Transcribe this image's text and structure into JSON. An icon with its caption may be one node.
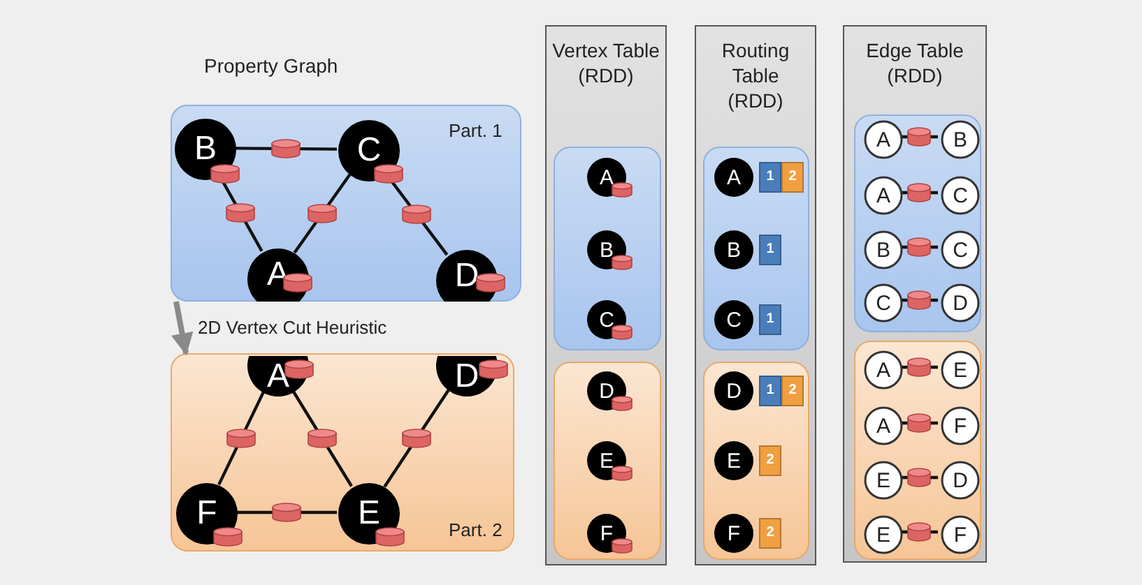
{
  "diagram": {
    "title": "Property Graph",
    "nodes": [
      {
        "text": [
          "Part. 1"
        ]
      },
      {
        "text": [
          "B"
        ],
        "in": 0
      },
      {
        "text": [
          "C"
        ],
        "in": 0
      },
      {
        "text": [
          "A"
        ],
        "in": 0
      },
      {
        "text": [
          "D"
        ],
        "in": 0
      },
      {
        "text": [
          "Part. 2"
        ]
      },
      {
        "text": [
          "A"
        ],
        "in": 5
      },
      {
        "text": [
          "D"
        ],
        "in": 5
      },
      {
        "text": [
          "F"
        ],
        "in": 5
      },
      {
        "text": [
          "E"
        ],
        "in": 5
      },
      {
        "text": [
          "Vertex Table (RDD)"
        ]
      },
      {
        "text": [],
        "shape": "box",
        "in": 10
      },
      {
        "text": [
          "A"
        ],
        "in": 11
      },
      {
        "text": [
          "B"
        ],
        "in": 11
      },
      {
        "text": [
          "C"
        ],
        "in": 11
      },
      {
        "text": [],
        "shape": "box",
        "in": 10
      },
      {
        "text": [
          "D"
        ],
        "in": 15
      },
      {
        "text": [
          "E"
        ],
        "in": 15
      },
      {
        "text": [
          "F"
        ],
        "in": 15
      },
      {
        "text": [
          "Routing Table (RDD)"
        ]
      },
      {
        "text": [],
        "shape": "box",
        "in": 19
      },
      {
        "text": [
          "A"
        ],
        "in": 20
      },
      {
        "text": [
          "1"
        ],
        "in": 20
      },
      {
        "text": [
          "2"
        ],
        "in": 20
      },
      {
        "text": [
          "B"
        ],
        "in": 20
      },
      {
        "text": [
          "1"
        ],
        "in": 20
      },
      {
        "text": [
          "C"
        ],
        "in": 20
      },
      {
        "text": [
          "1"
        ],
        "in": 20
      },
      {
        "text": [],
        "shape": "box",
        "in": 19
      },
      {
        "text": [
          "D"
        ],
        "in": 28
      },
      {
        "text": [
          "1"
        ],
        "in": 28
      },
      {
        "text": [
          "2"
        ],
        "in": 28
      },
      {
        "text": [
          "E"
        ],
        "in": 28
      },
      {
        "text": [
          "2"
        ],
        "in": 28
      },
      {
        "text": [
          "F"
        ],
        "in": 28
      },
      {
        "text": [
          "2"
        ],
        "in": 28
      },
      {
        "text": [
          "Edge Table (RDD)"
        ]
      },
      {
        "text": [],
        "shape": "box",
        "in": 36
      },
      {
        "text": [
          "A"
        ],
        "in": 37
      },
      {
        "text": [
          "B"
        ],
        "in": 37
      },
      {
        "text": [
          "A"
        ],
        "in": 37
      },
      {
        "text": [
          "C"
        ],
        "in": 37
      },
      {
        "text": [
          "B"
        ],
        "in": 37
      },
      {
        "text": [
          "C"
        ],
        "in": 37
      },
      {
        "text": [
          "C"
        ],
        "in": 37
      },
      {
        "text": [
          "D"
        ],
        "in": 37
      },
      {
        "text": [],
        "shape": "box",
        "in": 36
      },
      {
        "text": [
          "A"
        ],
        "in": 46
      },
      {
        "text": [
          "E"
        ],
        "in": 46
      },
      {
        "text": [
          "A"
        ],
        "in": 46
      },
      {
        "text": [
          "F"
        ],
        "in": 46
      },
      {
        "text": [
          "E"
        ],
        "in": 46
      },
      {
        "text": [
          "D"
        ],
        "in": 46
      },
      {
        "text": [
          "E"
        ],
        "in": 46
      },
      {
        "text": [
          "F"
        ],
        "in": 46
      }
    ],
    "edges": [
      {
        "from": 1,
        "to": 2,
        "arrow": "none"
      },
      {
        "from": 1,
        "to": 3,
        "arrow": "none"
      },
      {
        "from": 2,
        "to": 3,
        "arrow": "none"
      },
      {
        "from": 2,
        "to": 4,
        "arrow": "none"
      },
      {
        "from": 0,
        "to": 5,
        "arrow": "to",
        "label": "2D Vertex Cut Heuristic",
        "style": "thick",
        "color": "#8a8a8a"
      },
      {
        "from": 6,
        "to": 8,
        "arrow": "none"
      },
      {
        "from": 6,
        "to": 9,
        "arrow": "none"
      },
      {
        "from": 7,
        "to": 9,
        "arrow": "none"
      },
      {
        "from": 8,
        "to": 9,
        "arrow": "none"
      },
      {
        "from": 38,
        "to": 39,
        "arrow": "none"
      },
      {
        "from": 40,
        "to": 41,
        "arrow": "none"
      },
      {
        "from": 42,
        "to": 43,
        "arrow": "none"
      },
      {
        "from": 44,
        "to": 45,
        "arrow": "none"
      },
      {
        "from": 47,
        "to": 48,
        "arrow": "none"
      },
      {
        "from": 49,
        "to": 50,
        "arrow": "none"
      },
      {
        "from": 51,
        "to": 52,
        "arrow": "none"
      },
      {
        "from": 53,
        "to": 54,
        "arrow": "none"
      }
    ]
  }
}
